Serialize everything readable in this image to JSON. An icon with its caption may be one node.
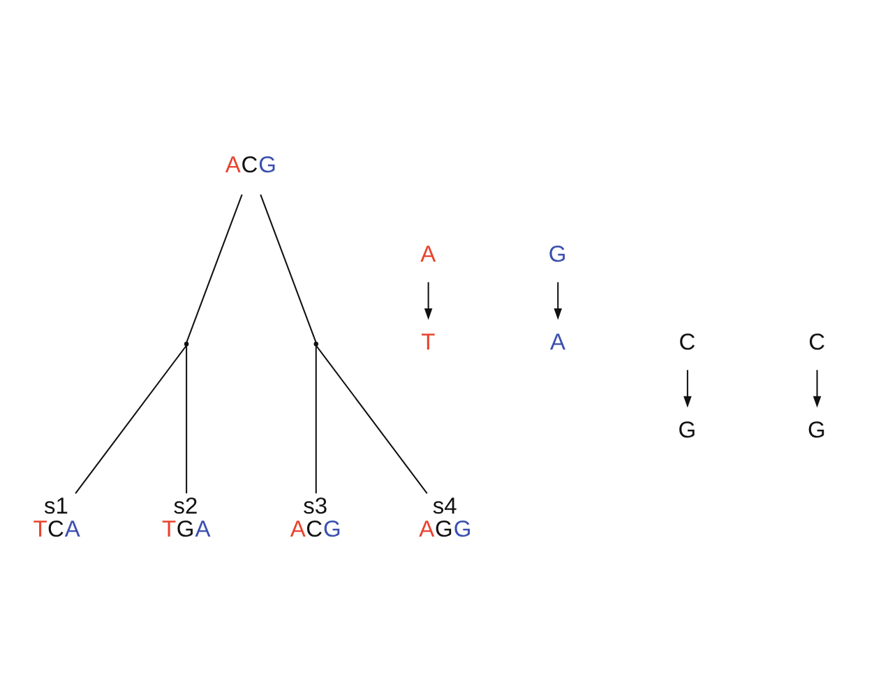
{
  "diagram": {
    "nodes": [
      {
        "text": [
          "ACG"
        ]
      },
      {
        "text": [
          "A"
        ]
      },
      {
        "text": [
          "G"
        ]
      },
      {
        "text": [
          "T"
        ]
      },
      {
        "text": [
          "A"
        ]
      },
      {
        "text": [],
        "shape": "point"
      },
      {
        "text": [],
        "shape": "point"
      },
      {
        "text": [
          "C"
        ]
      },
      {
        "text": [
          "C"
        ]
      },
      {
        "text": [
          "G"
        ]
      },
      {
        "text": [
          "G"
        ]
      },
      {
        "text": [
          "s1",
          "TCA"
        ]
      },
      {
        "text": [
          "s2",
          "TGA"
        ]
      },
      {
        "text": [
          "s3",
          "ACG"
        ]
      },
      {
        "text": [
          "s4",
          "AGG"
        ]
      }
    ],
    "edges": [
      {
        "from": 0,
        "to": 5,
        "arrow": "none"
      },
      {
        "from": 0,
        "to": 6,
        "arrow": "none"
      },
      {
        "from": 1,
        "to": 3,
        "arrow": "to"
      },
      {
        "from": 2,
        "to": 4,
        "arrow": "to"
      },
      {
        "from": 5,
        "to": 11,
        "arrow": "none"
      },
      {
        "from": 5,
        "to": 12,
        "arrow": "none"
      },
      {
        "from": 7,
        "to": 9,
        "arrow": "to"
      },
      {
        "from": 6,
        "to": 13,
        "arrow": "none"
      },
      {
        "from": 6,
        "to": 14,
        "arrow": "none"
      },
      {
        "from": 8,
        "to": 10,
        "arrow": "to"
      }
    ]
  }
}
